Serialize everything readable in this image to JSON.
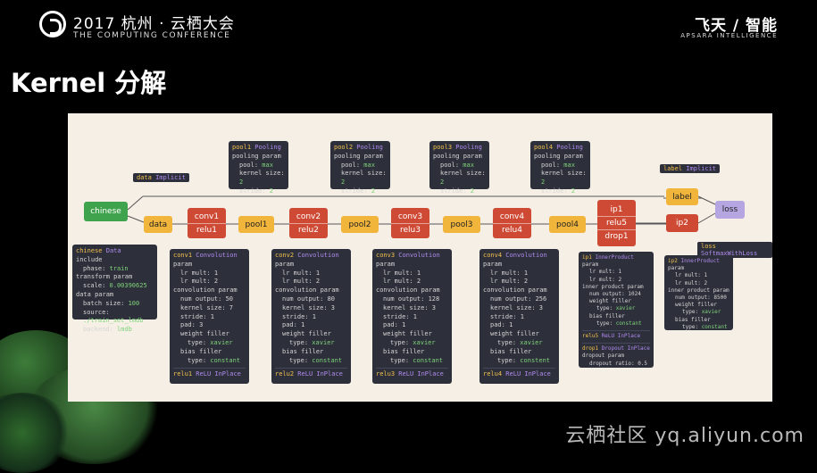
{
  "header": {
    "conference_title": "2017 杭州 · 云栖大会",
    "conference_subtitle": "THE COMPUTING CONFERENCE",
    "brand_title": "飞天 / 智能",
    "brand_subtitle": "APSARA INTELLIGENCE"
  },
  "slide_title": "Kernel 分解",
  "watermark": "云栖社区 yq.aliyun.com",
  "nodes": {
    "chinese": "chinese",
    "data": "data",
    "conv1": "conv1",
    "relu1": "relu1",
    "pool1": "pool1",
    "conv2": "conv2",
    "relu2": "relu2",
    "pool2": "pool2",
    "conv3": "conv3",
    "relu3": "relu3",
    "pool3": "pool3",
    "conv4": "conv4",
    "relu4": "relu4",
    "pool4": "pool4",
    "ip1": "ip1",
    "relu5": "relu5",
    "drop1": "drop1",
    "label": "label",
    "ip2": "ip2",
    "loss": "loss"
  },
  "tags": {
    "data_implicit": [
      "data",
      "Implicit"
    ],
    "label_implicit": [
      "label",
      "Implicit"
    ],
    "loss_softmax": [
      "loss",
      "SoftmaxWithLoss"
    ]
  },
  "pool_cards": [
    {
      "name": "pool1",
      "type": "Pooling",
      "l1": "pooling param",
      "pool": "pool: ",
      "pool_v": "max",
      "ks": "kernel size: ",
      "ks_v": "2",
      "st": "stride: ",
      "st_v": "2"
    },
    {
      "name": "pool2",
      "type": "Pooling",
      "l1": "pooling param",
      "pool": "pool: ",
      "pool_v": "max",
      "ks": "kernel size: ",
      "ks_v": "2",
      "st": "stride: ",
      "st_v": "2"
    },
    {
      "name": "pool3",
      "type": "Pooling",
      "l1": "pooling param",
      "pool": "pool: ",
      "pool_v": "max",
      "ks": "kernel size: ",
      "ks_v": "2",
      "st": "stride: ",
      "st_v": "2"
    },
    {
      "name": "pool4",
      "type": "Pooling",
      "l1": "pooling param",
      "pool": "pool: ",
      "pool_v": "max",
      "ks": "kernel size: ",
      "ks_v": "2",
      "st": "stride: ",
      "st_v": "2"
    }
  ],
  "data_card": {
    "name": "chinese",
    "type": "Data",
    "l1": "include",
    "l2": "phase: ",
    "l2v": "train",
    "l3": "transform param",
    "l4": "scale: ",
    "l4v": "0.00390625",
    "l5": "data param",
    "l6": "batch size: ",
    "l6v": "100",
    "l7": "source: ",
    "l7v": "./train_set_lmdb",
    "l8": "backend: ",
    "l8v": "lmdb"
  },
  "conv_cards": [
    {
      "name": "conv1",
      "type": "Convolution",
      "num": "50",
      "ks": "7",
      "st": "1",
      "pad": "3",
      "filler": "xavier",
      "bias": "constant",
      "relu": "relu1"
    },
    {
      "name": "conv2",
      "type": "Convolution",
      "num": "80",
      "ks": "3",
      "st": "1",
      "pad": "1",
      "filler": "xavier",
      "bias": "constant",
      "relu": "relu2"
    },
    {
      "name": "conv3",
      "type": "Convolution",
      "num": "128",
      "ks": "3",
      "st": "1",
      "pad": "1",
      "filler": "xavier",
      "bias": "constant",
      "relu": "relu3"
    },
    {
      "name": "conv4",
      "type": "Convolution",
      "num": "256",
      "ks": "3",
      "st": "1",
      "pad": "1",
      "filler": "xavier",
      "bias": "constent",
      "relu": "relu4"
    }
  ],
  "conv_common": {
    "param": "param",
    "lr1": "lr mult: 1",
    "lr2": "lr mult: 2",
    "cp": "convolution param",
    "num": "num output: ",
    "ks": "kernel size: ",
    "st": "stride: ",
    "pad": "pad: ",
    "wf": "weight filler",
    "type": "type: ",
    "bf": "bias filler",
    "relu_type": "ReLU",
    "inplace": "InPlace"
  },
  "ip1_card": {
    "name": "ip1",
    "type": "InnerProduct",
    "param": "param",
    "lr1": "lr mult: 1",
    "lr2": "lr mult: 2",
    "ipp": "inner product param",
    "num": "num output: ",
    "num_v": "1024",
    "wf": "weight filler",
    "t": "type: ",
    "wf_v": "xavier",
    "bf": "bias filler",
    "bf_v": "constant",
    "relu": "relu5",
    "relu_t": "ReLU",
    "inplace": "InPlace",
    "drop": "drop1",
    "drop_t": "Dropout",
    "drop_in": "InPlace",
    "dp": "dropout param",
    "ratio": "dropout ratio: ",
    "ratio_v": "0.5"
  },
  "ip2_card": {
    "name": "ip2",
    "type": "InnerProduct",
    "param": "param",
    "lr1": "lr mult: 1",
    "lr2": "lr mult: 2",
    "ipp": "inner product param",
    "num": "num output: ",
    "num_v": "8500",
    "wf": "weight filler",
    "t": "type: ",
    "wf_v": "xavier",
    "bf": "bias filler",
    "bf_v": "constant"
  }
}
